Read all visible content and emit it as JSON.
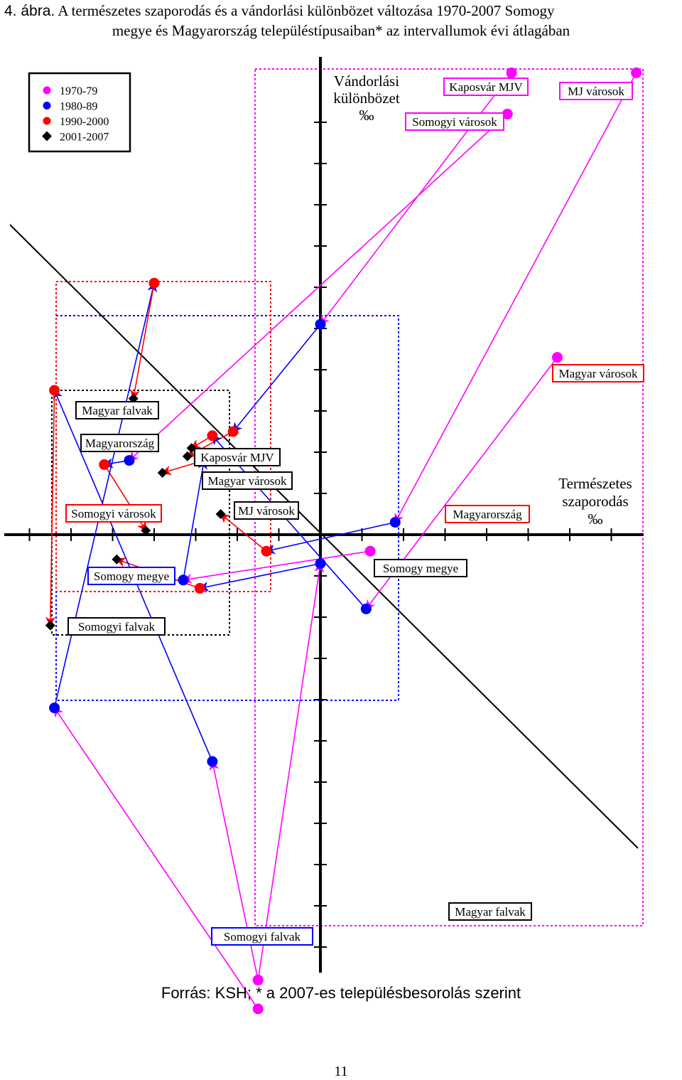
{
  "title": {
    "number": "4. ábra.",
    "line1": "A természetes szaporodás és a vándorlási különbözet változása 1970-2007 Somogy",
    "line2": "megye és Magyarország településtípusaiban* az intervallumok évi átlagában"
  },
  "source": "Forrás: KSH; * a 2007-es településbesorolás szerint",
  "page_number": "11",
  "chart_data": {
    "type": "scatter",
    "xlabel_lines": [
      "Természetes",
      "szaporodás",
      "‰"
    ],
    "ylabel_lines": [
      "Vándorlási",
      "különbözet",
      "‰"
    ],
    "xlim": [
      -7.5,
      8.5
    ],
    "ylim": [
      -10.5,
      11.5
    ],
    "diagonal_line": true,
    "legend": {
      "position": "top-left",
      "items": [
        {
          "label": "1970-79",
          "color": "#ff00ff",
          "marker": "circle"
        },
        {
          "label": "1980-89",
          "color": "#0000ff",
          "marker": "circle"
        },
        {
          "label": "1990-2000",
          "color": "#ff0000",
          "marker": "circle"
        },
        {
          "label": "2001-2007",
          "color": "#000000",
          "marker": "diamond"
        }
      ]
    },
    "series": [
      {
        "name": "Kaposvár MJV",
        "values": [
          [
            4.6,
            11.2
          ],
          [
            0,
            5.1
          ],
          [
            -2.1,
            2.5
          ],
          [
            -3.2,
            1.9
          ]
        ]
      },
      {
        "name": "MJ városok",
        "values": [
          [
            7.6,
            11.2
          ],
          [
            1.8,
            0.3
          ],
          [
            -1.3,
            -0.4
          ],
          [
            -2.4,
            0.5
          ]
        ]
      },
      {
        "name": "Somogyi városok",
        "values": [
          [
            4.5,
            10.2
          ],
          [
            -4.6,
            1.8
          ],
          [
            -5.2,
            1.7
          ],
          [
            -4.2,
            0.1
          ]
        ]
      },
      {
        "name": "Magyar városok",
        "values": [
          [
            5.7,
            4.3
          ],
          [
            1.1,
            -1.8
          ],
          [
            -2.6,
            2.4
          ],
          [
            -3.1,
            2.1
          ]
        ]
      },
      {
        "name": "Magyarország",
        "values": [
          [
            1.2,
            -0.4
          ],
          [
            -3.3,
            -1.1
          ],
          [
            -2.8,
            1.8
          ],
          [
            -3.8,
            1.5
          ]
        ]
      },
      {
        "name": "Magyar falvak",
        "values": [
          [
            -1.5,
            -11.5
          ],
          [
            -6.4,
            -4.2
          ],
          [
            -4,
            6.1
          ],
          [
            -4.5,
            3.3
          ]
        ]
      },
      {
        "name": "Somogy megye",
        "values": [
          [
            -1.5,
            -10.8
          ],
          [
            0,
            -0.7
          ],
          [
            -2.9,
            -1.3
          ],
          [
            -4.9,
            -0.6
          ]
        ]
      },
      {
        "name": "Somogyi falvak",
        "values": [
          [
            -1.5,
            -10.8
          ],
          [
            -2.6,
            -5.5
          ],
          [
            -6.4,
            3.5
          ],
          [
            -6.5,
            -2.2
          ]
        ]
      }
    ],
    "text_labels": [
      {
        "text": "Kaposvár MJV",
        "color": "#ff00ff"
      },
      {
        "text": "MJ városok",
        "color": "#ff00ff"
      },
      {
        "text": "Somogyi városok",
        "color": "#ff00ff"
      },
      {
        "text": "Magyar városok",
        "color": "#ff0000"
      },
      {
        "text": "Magyar falvak",
        "color": "#000000"
      },
      {
        "text": "Magyarország",
        "color": "#ff0000"
      },
      {
        "text": "Kaposvár MJV",
        "color": "#000000"
      },
      {
        "text": "Magyar városok",
        "color": "#000000"
      },
      {
        "text": "Somogyi városok",
        "color": "#ff0000"
      },
      {
        "text": "MJ városok",
        "color": "#000000"
      },
      {
        "text": "Magyarország",
        "color": "#000000"
      },
      {
        "text": "Somogy megye",
        "color": "#000000"
      },
      {
        "text": "Somogy megye",
        "color": "#0000ff"
      },
      {
        "text": "Somogyi falvak",
        "color": "#000000"
      },
      {
        "text": "Magyar falvak",
        "color": "#000000"
      },
      {
        "text": "Somogyi falvak",
        "color": "#0000ff"
      }
    ],
    "colors": {
      "1970-79": "#ff00ff",
      "1980-89": "#0000ff",
      "1990-2000": "#ff0000",
      "2001-2007": "#000000"
    }
  }
}
